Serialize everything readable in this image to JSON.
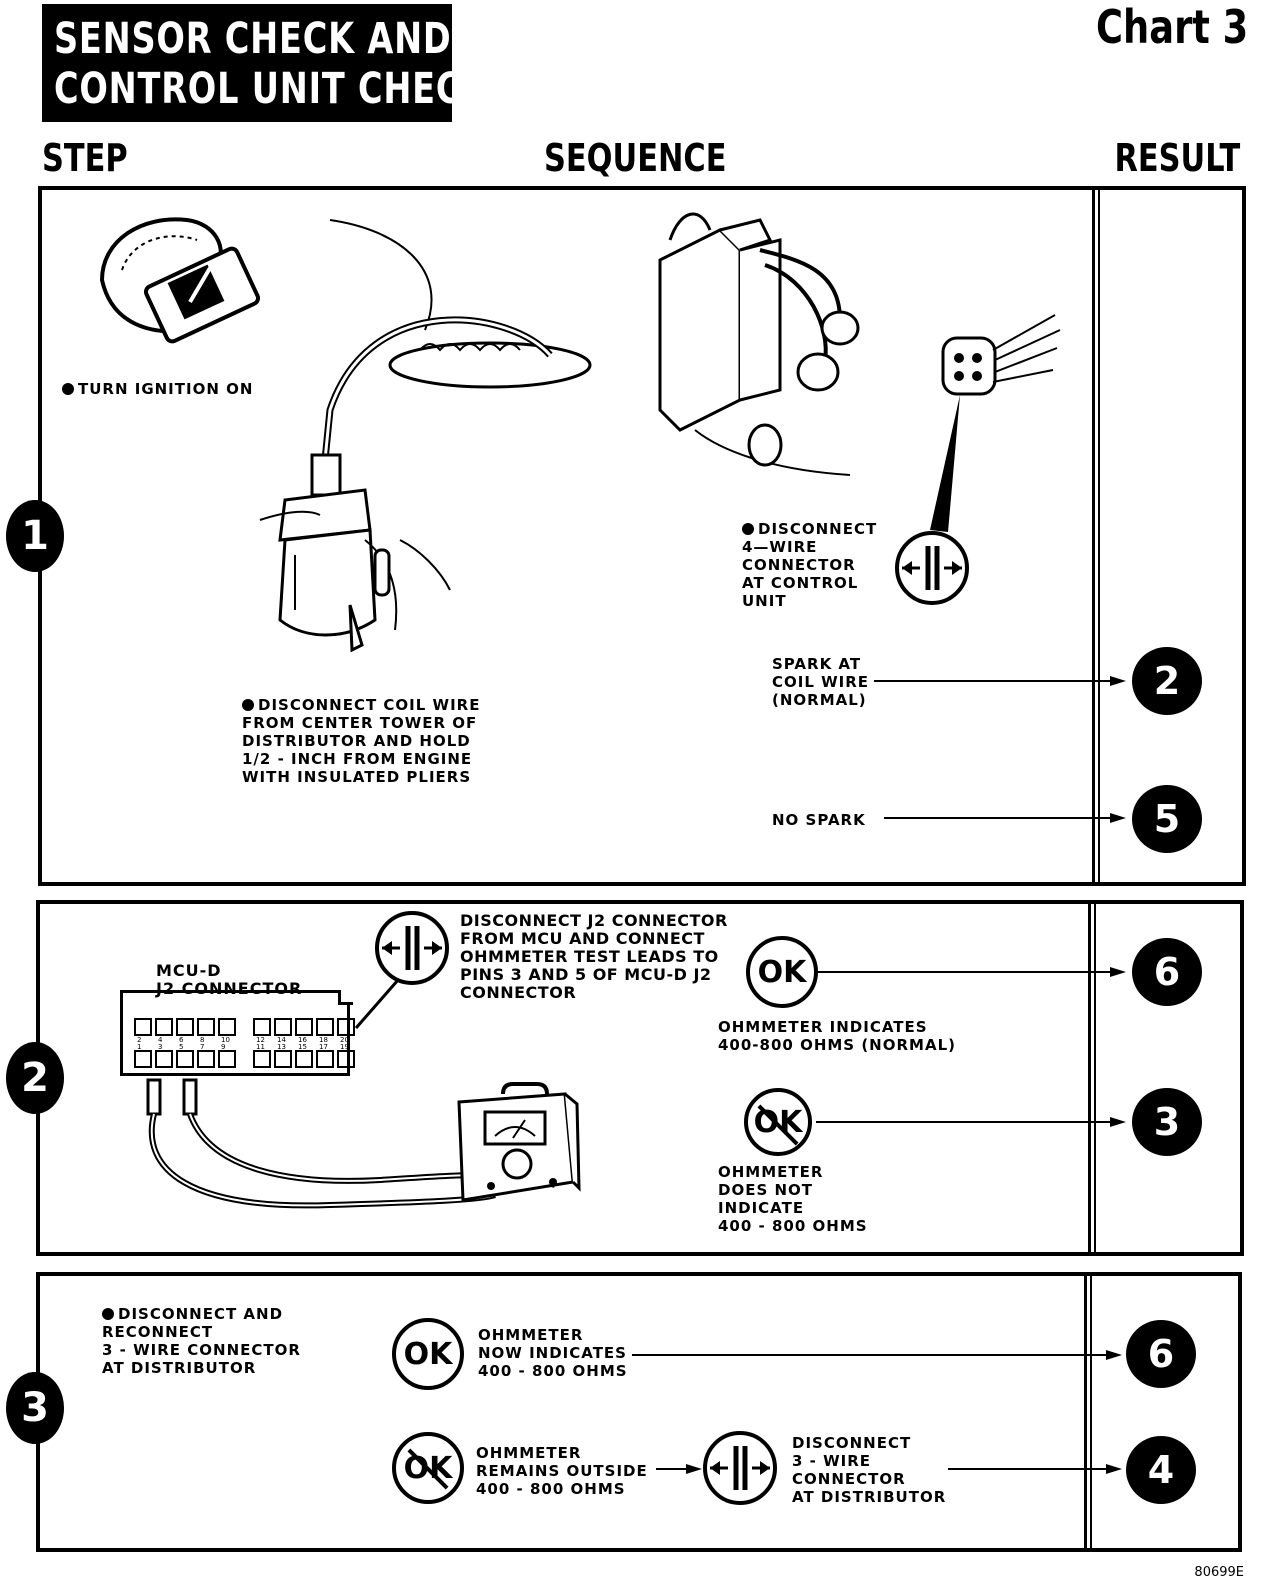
{
  "title": {
    "line1": "SENSOR CHECK AND",
    "line2": "CONTROL UNIT CHECK"
  },
  "chart_label": "Chart 3",
  "headers": {
    "step": "STEP",
    "sequence": "SEQUENCE",
    "result": "RESULT"
  },
  "step1": {
    "number": "1",
    "instr_ignition": "TURN IGNITION ON",
    "instr_coil": "DISCONNECT COIL WIRE\nFROM CENTER TOWER OF\nDISTRIBUTOR AND HOLD\n1/2 - INCH FROM ENGINE\nWITH INSULATED PLIERS",
    "instr_connector": "DISCONNECT\n4—WIRE\nCONNECTOR\nAT CONTROL\nUNIT",
    "outcome_spark": "SPARK AT\nCOIL WIRE\n(NORMAL)",
    "outcome_nospark": "NO SPARK",
    "result_spark": "2",
    "result_nospark": "5"
  },
  "step2": {
    "number": "2",
    "connector_label": "MCU-D\nJ2 CONNECTOR",
    "instruction": "DISCONNECT J2 CONNECTOR\nFROM MCU AND CONNECT\nOHMMETER TEST LEADS TO\nPINS 3 AND 5 OF MCU-D J2\nCONNECTOR",
    "ok_symbol": "OK",
    "outcome_ok": "OHMMETER INDICATES\n400-800 OHMS (NORMAL)",
    "outcome_notok": "OHMMETER\nDOES NOT\nINDICATE\n400 - 800 OHMS",
    "result_ok": "6",
    "result_notok": "3",
    "pins_top": [
      "2",
      "4",
      "6",
      "8",
      "10",
      "12",
      "14",
      "16",
      "18",
      "20"
    ],
    "pins_bottom": [
      "1",
      "3",
      "5",
      "7",
      "9",
      "11",
      "13",
      "15",
      "17",
      "19"
    ]
  },
  "step3": {
    "number": "3",
    "instruction": "DISCONNECT AND\nRECONNECT\n3 - WIRE CONNECTOR\nAT DISTRIBUTOR",
    "ok_symbol": "OK",
    "outcome_ok": "OHMMETER\nNOW INDICATES\n400 - 800 OHMS",
    "outcome_notok": "OHMMETER\nREMAINS OUTSIDE\n400 - 800 OHMS",
    "action_disconnect": "DISCONNECT\n3 - WIRE\nCONNECTOR\nAT DISTRIBUTOR",
    "result_ok": "6",
    "result_notok": "4"
  },
  "footer_code": "80699E"
}
